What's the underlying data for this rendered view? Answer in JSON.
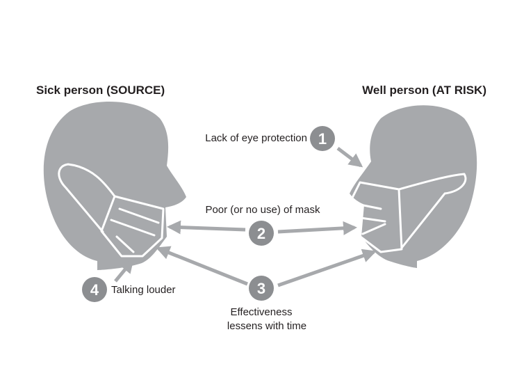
{
  "source_label": "Sick person (SOURCE)",
  "target_label": "Well person (AT RISK)",
  "factors": [
    {
      "number": "1",
      "lines": [
        "Lack of eye protection"
      ]
    },
    {
      "number": "2",
      "lines": [
        "Poor (or no use) of mask"
      ]
    },
    {
      "number": "3",
      "lines": [
        "Effectiveness",
        "lessens with time"
      ]
    },
    {
      "number": "4",
      "lines": [
        "Talking louder"
      ]
    }
  ],
  "colors": {
    "head": "#a7a9ac",
    "badge": "#8c8e91",
    "arrow": "#a7a9ac",
    "text": "#231f20",
    "mask_stroke": "#ffffff"
  }
}
